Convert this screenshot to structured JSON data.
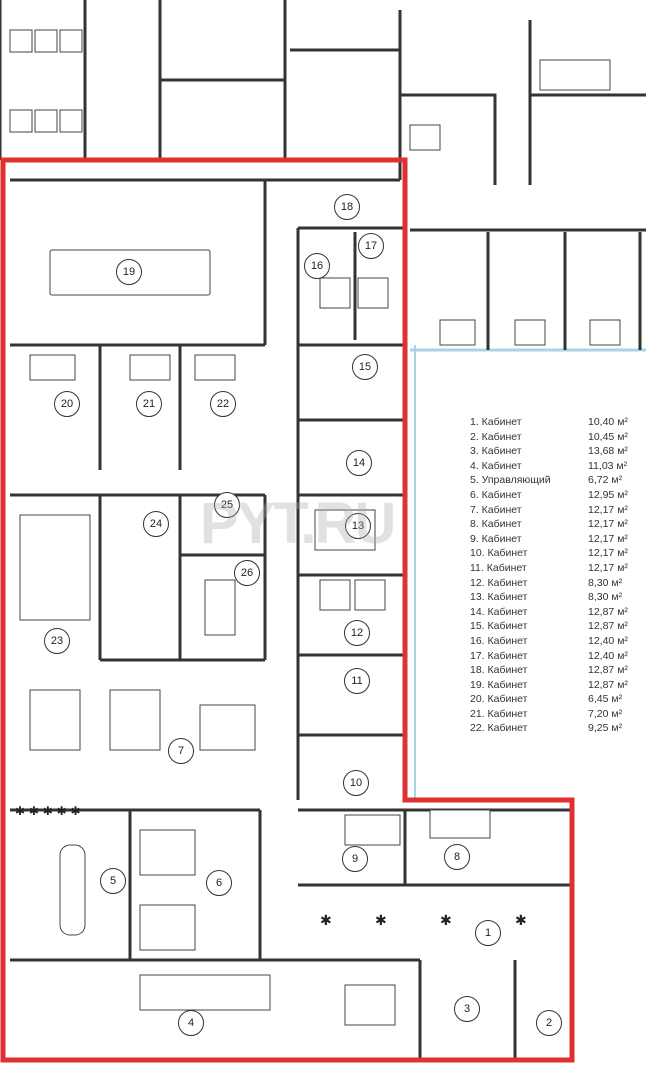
{
  "legend": [
    {
      "label": "1. Кабинет",
      "area": "10,40 м²"
    },
    {
      "label": "2. Кабинет",
      "area": "10,45 м²"
    },
    {
      "label": "3. Кабинет",
      "area": "13,68 м²"
    },
    {
      "label": "4. Кабинет",
      "area": "11,03 м²"
    },
    {
      "label": "5. Управляющий",
      "area": "6,72 м²"
    },
    {
      "label": "6. Кабинет",
      "area": "12,95 м²"
    },
    {
      "label": "7. Кабинет",
      "area": "12,17 м²"
    },
    {
      "label": "8. Кабинет",
      "area": "12,17 м²"
    },
    {
      "label": "9. Кабинет",
      "area": "12,17 м²"
    },
    {
      "label": "10. Кабинет",
      "area": "12,17 м²"
    },
    {
      "label": "11. Кабинет",
      "area": "12,17 м²"
    },
    {
      "label": "12. Кабинет",
      "area": "8,30 м²"
    },
    {
      "label": "13. Кабинет",
      "area": "8,30 м²"
    },
    {
      "label": "14. Кабинет",
      "area": "12,87 м²"
    },
    {
      "label": "15. Кабинет",
      "area": "12,87 м²"
    },
    {
      "label": "16. Кабинет",
      "area": "12,40 м²"
    },
    {
      "label": "17. Кабинет",
      "area": "12,40 м²"
    },
    {
      "label": "18. Кабинет",
      "area": "12,87 м²"
    },
    {
      "label": "19. Кабинет",
      "area": "12,87 м²"
    },
    {
      "label": "20. Кабинет",
      "area": "6,45 м²"
    },
    {
      "label": "21. Кабинет",
      "area": "7,20 м²"
    },
    {
      "label": "22. Кабинет",
      "area": "9,25 м²"
    }
  ],
  "room_numbers": [
    "1",
    "2",
    "3",
    "4",
    "5",
    "6",
    "7",
    "8",
    "9",
    "10",
    "11",
    "12",
    "13",
    "14",
    "15",
    "16",
    "17",
    "18",
    "19",
    "20",
    "21",
    "22",
    "23",
    "24",
    "25",
    "26"
  ],
  "watermark": "PYT.RU",
  "colors": {
    "highlight": "#e03030",
    "walls": "#333333",
    "light_wall": "#a8d4e6"
  }
}
